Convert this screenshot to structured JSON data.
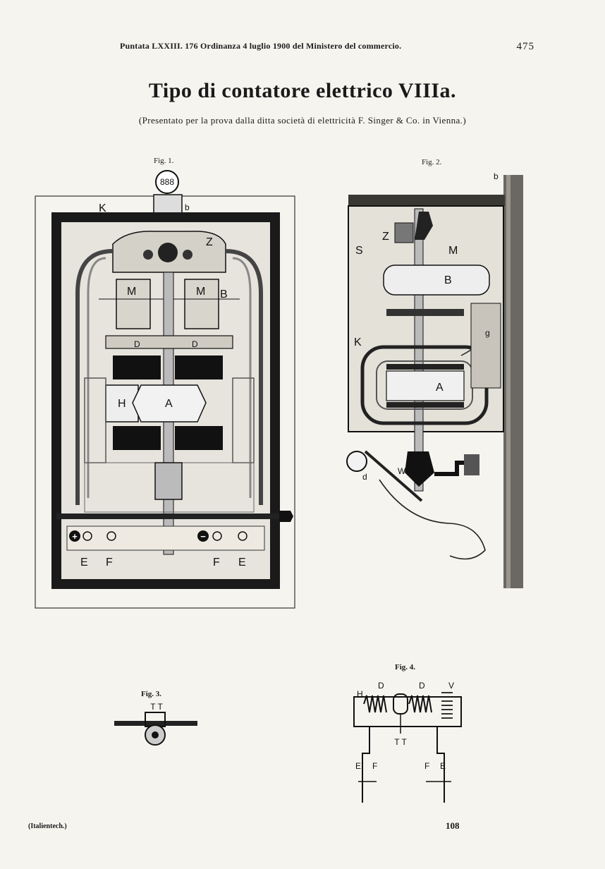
{
  "header": {
    "running_header": "Puntata LXXIII. 176 Ordinanza 4 luglio 1900 del Ministero del commercio.",
    "page_number": "475"
  },
  "title": "Tipo di contatore elettrico VIIIa.",
  "subtitle": "(Presentato per la prova dalla ditta società di elettricità F. Singer & Co. in Vienna.)",
  "figures": {
    "fig1": {
      "caption": "Fig. 1.",
      "labels": {
        "k": "K",
        "b": "b",
        "z": "Z",
        "m1": "M",
        "m2": "M",
        "b_upper": "B",
        "d1": "D",
        "d2": "D",
        "h": "H",
        "a": "A",
        "e1": "E",
        "f1": "F",
        "f2": "F",
        "e2": "E",
        "dial": "888"
      }
    },
    "fig2": {
      "caption": "Fig. 2.",
      "labels": {
        "b_top": "b",
        "z": "Z",
        "s": "S",
        "m": "M",
        "b": "B",
        "k": "K",
        "g": "g",
        "a": "A",
        "d": "d",
        "w": "W"
      }
    },
    "fig3": {
      "caption": "Fig. 3.",
      "labels": {
        "tt": "T T"
      }
    },
    "fig4": {
      "caption": "Fig. 4.",
      "labels": {
        "h": "H",
        "d1": "D",
        "d2": "D",
        "v": "V",
        "tt": "T T",
        "f1": "F",
        "f2": "F",
        "e1": "E",
        "e2": "E"
      }
    }
  },
  "footer": {
    "left": "(Italientech.)",
    "right": "108"
  }
}
